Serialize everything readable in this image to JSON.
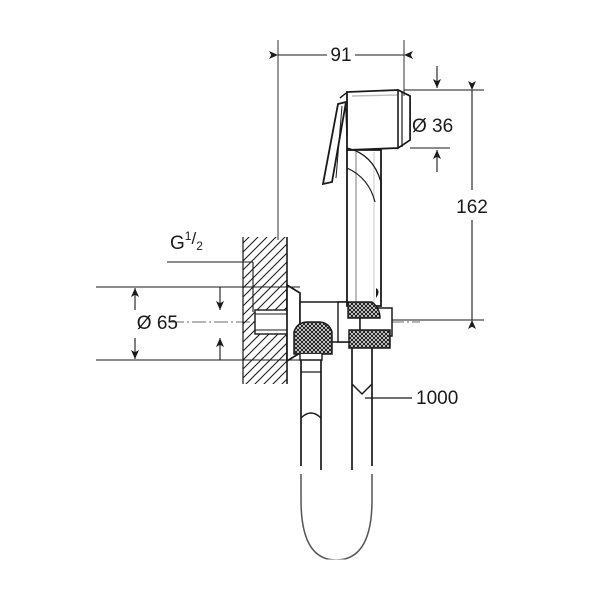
{
  "drawing": {
    "title": "Hand shower with wall union dimensional drawing",
    "background_color": "#ffffff",
    "line_color": "#1a1a1a",
    "shade_color": "#d9d9d9"
  },
  "dimensions": {
    "width_top": {
      "label": "91",
      "unit": "mm",
      "orientation": "horizontal",
      "name": "projection-width"
    },
    "head_diameter": {
      "label": "Ø 36",
      "symbol": "Ø",
      "value": "36",
      "unit": "mm",
      "orientation": "vertical",
      "name": "spray-head-diameter"
    },
    "height": {
      "label": "162",
      "unit": "mm",
      "orientation": "vertical",
      "name": "overall-height"
    },
    "flange_diameter": {
      "label": "Ø 65",
      "symbol": "Ø",
      "value": "65",
      "unit": "mm",
      "orientation": "vertical",
      "name": "wall-flange-diameter"
    },
    "hose_length": {
      "label": "1000",
      "unit": "mm",
      "orientation": "leader",
      "name": "hose-length"
    }
  },
  "annotations": {
    "thread": {
      "prefix": "G",
      "numerator": "1",
      "slash": "/",
      "denominator": "2",
      "full": "G 1/2",
      "name": "thread-size-callout"
    }
  },
  "parts": {
    "spray_head": "hand-shower-head",
    "trigger": "trigger-lever",
    "handle": "shower-handle",
    "wall": "wall-section-hatched",
    "wall_union": "wall-union-elbow",
    "flange": "wall-flange",
    "knurled_nut_a": "knurled-coupling-nut-upper",
    "knurled_nut_b": "knurled-coupling-nut-lower",
    "hose_left": "shower-hose-left",
    "hose_right": "shower-hose-right",
    "hose_loop": "hose-bottom-loop"
  }
}
